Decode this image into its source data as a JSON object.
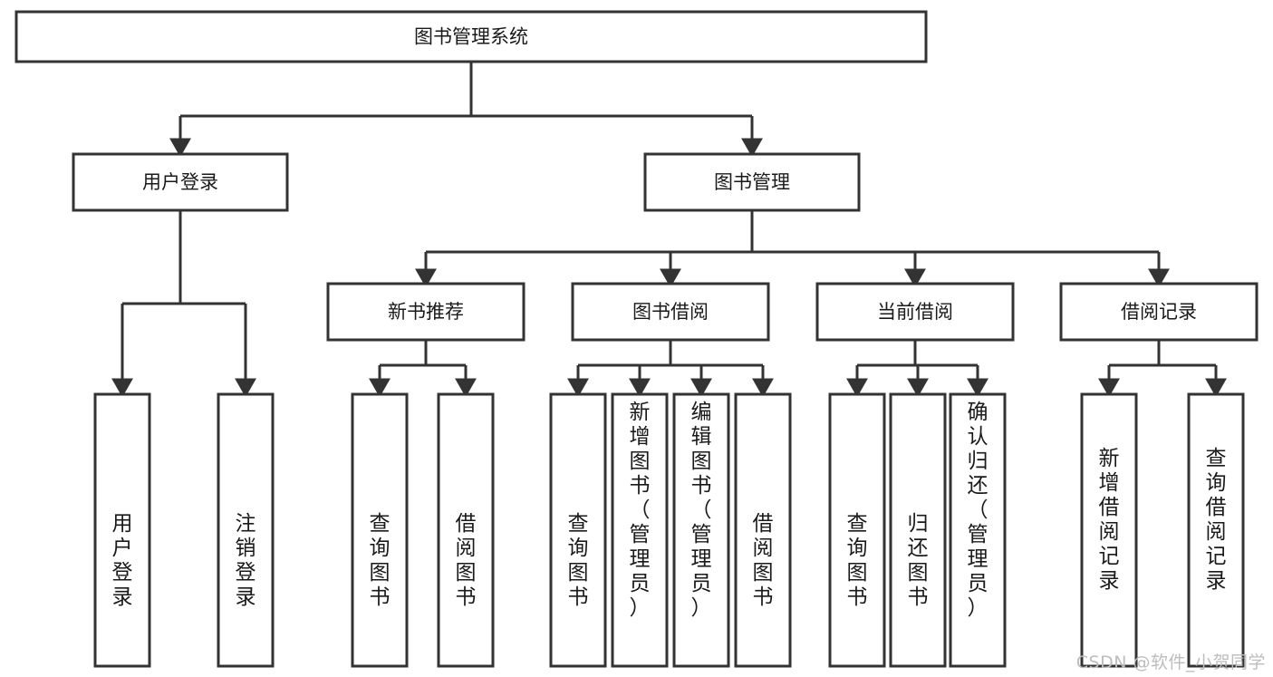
{
  "diagram": {
    "type": "tree",
    "title": "图书管理系统",
    "orientation": "top-down",
    "levels": 4,
    "nodes": {
      "root": {
        "label": "图书管理系统",
        "level": 1
      },
      "l2": [
        {
          "id": "user-login",
          "label": "用户登录",
          "level": 2
        },
        {
          "id": "book-manage",
          "label": "图书管理",
          "level": 2
        }
      ],
      "l3": [
        {
          "id": "new-book-rec",
          "label": "新书推荐",
          "level": 3,
          "parent": "book-manage"
        },
        {
          "id": "book-borrow",
          "label": "图书借阅",
          "level": 3,
          "parent": "book-manage"
        },
        {
          "id": "current-borrow",
          "label": "当前借阅",
          "level": 3,
          "parent": "book-manage"
        },
        {
          "id": "borrow-record",
          "label": "借阅记录",
          "level": 3,
          "parent": "book-manage"
        }
      ],
      "leaves": [
        {
          "id": "leaf-user-login",
          "label": "用户登录",
          "parent": "user-login"
        },
        {
          "id": "leaf-user-logout",
          "label": "注销登录",
          "parent": "user-login"
        },
        {
          "id": "leaf-query-book-1",
          "label": "查询图书",
          "parent": "new-book-rec"
        },
        {
          "id": "leaf-borrow-book-1",
          "label": "借阅图书",
          "parent": "new-book-rec"
        },
        {
          "id": "leaf-query-book-2",
          "label": "查询图书",
          "parent": "book-borrow"
        },
        {
          "id": "leaf-add-book",
          "label": "新增图书（管理员）",
          "parent": "book-borrow"
        },
        {
          "id": "leaf-edit-book",
          "label": "编辑图书（管理员）",
          "parent": "book-borrow"
        },
        {
          "id": "leaf-borrow-book-2",
          "label": "借阅图书",
          "parent": "book-borrow"
        },
        {
          "id": "leaf-query-book-3",
          "label": "查询图书",
          "parent": "current-borrow"
        },
        {
          "id": "leaf-return-book",
          "label": "归还图书",
          "parent": "current-borrow"
        },
        {
          "id": "leaf-confirm-return",
          "label": "确认归还（管理员）",
          "parent": "current-borrow"
        },
        {
          "id": "leaf-add-record",
          "label": "新增借阅记录",
          "parent": "borrow-record"
        },
        {
          "id": "leaf-query-record",
          "label": "查询借阅记录",
          "parent": "borrow-record"
        }
      ]
    },
    "colors": {
      "box_fill": "#ffffff",
      "box_stroke": "#333333",
      "text": "#1a1a1a",
      "watermark": "#bdbdbd"
    }
  },
  "watermark": {
    "text": "CSDN @软件_小贺同学"
  }
}
